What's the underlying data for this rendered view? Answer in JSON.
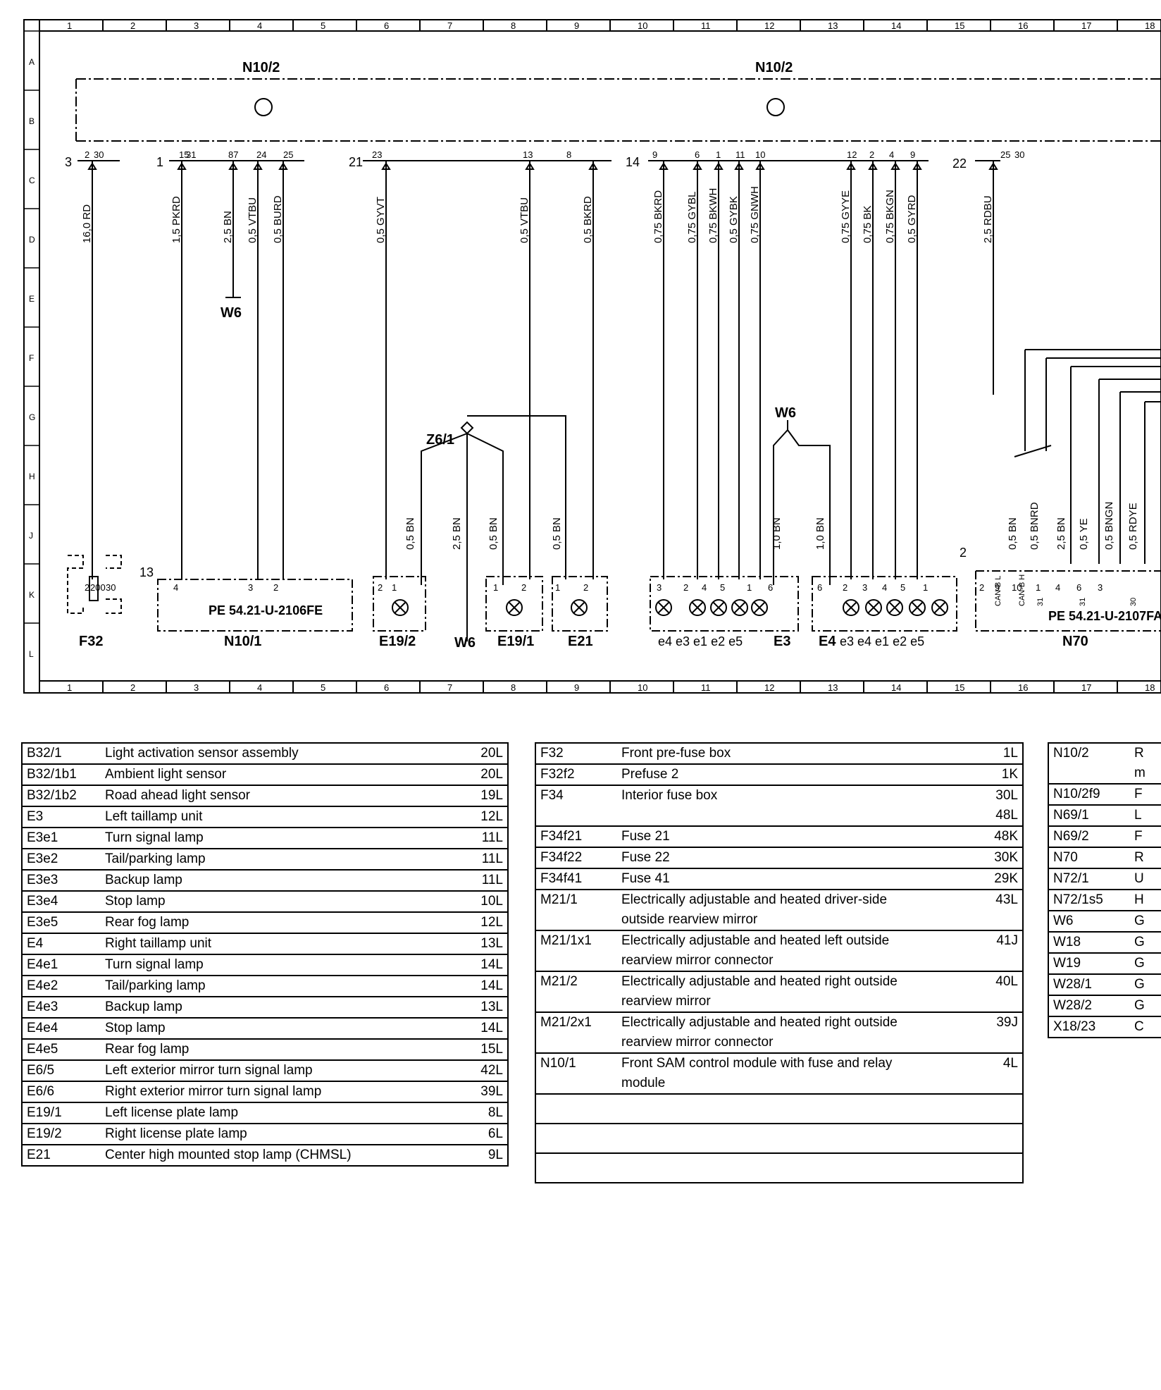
{
  "frame": {
    "col_numbers": [
      "1",
      "2",
      "3",
      "4",
      "5",
      "6",
      "7",
      "8",
      "9",
      "10",
      "11",
      "12",
      "13",
      "14",
      "15",
      "16",
      "17",
      "18"
    ],
    "row_letters": [
      "A",
      "B",
      "C",
      "D",
      "E",
      "F",
      "G",
      "H",
      "J",
      "K",
      "L"
    ]
  },
  "modules": {
    "n10_2_left": "N10/2",
    "n10_2_right": "N10/2",
    "n10_1": "N10/1",
    "n10_1_ref": "PE 54.21-U-2106FE",
    "n70": "N70",
    "n70_ref": "PE 54.21-U-2107FA",
    "f32": "F32",
    "z6_1": "Z6/1",
    "w6_a": "W6",
    "w6_b": "W6",
    "w6_c": "W6",
    "e19_2": "E19/2",
    "e19_1": "E19/1",
    "e21": "E21",
    "e3": "E3",
    "e4": "E4",
    "e3_sub": "e4  e3  e1  e2  e5",
    "e4_sub": "e3  e4  e1  e2  e5"
  },
  "connectors": {
    "c3": "3",
    "c1": "1",
    "c21": "21",
    "c14": "14",
    "c22": "22",
    "c13": "13",
    "c2": "2"
  },
  "wires": [
    "16,0 RD",
    "1,5 PKRD",
    "2,5 BN",
    "0,5 VTBU",
    "0,5 BURD",
    "0,5 GYVT",
    "0,5 VTBU",
    "0,5 BKRD",
    "0,75 BKRD",
    "0,75 GYBL",
    "0,75 BKWH",
    "0,5 GYBK",
    "0,75 GNWH",
    "0,75 GYYE",
    "0,75 BK",
    "0,75 BKGN",
    "0,5 GYRD",
    "2,5 RDBU"
  ],
  "lower_wires": [
    "0,5 BN",
    "2,5 BN",
    "0,5 BN",
    "0,5 BN",
    "1,0 BN",
    "1,0 BN",
    "0,5 BN",
    "0,5 BNRD",
    "2,5 BN",
    "0,5 YE",
    "0,5 BNGN",
    "0,5 RDYE"
  ],
  "pins_top": [
    "2",
    "30",
    "15",
    "31",
    "87",
    "24",
    "25",
    "23",
    "13",
    "8",
    "9",
    "6",
    "1",
    "11",
    "10",
    "12",
    "2",
    "4",
    "9",
    "25",
    "30"
  ],
  "pins_bottom": [
    "2",
    "30",
    "200",
    "4",
    "3",
    "2",
    "2",
    "1",
    "1",
    "2",
    "1",
    "2",
    "3",
    "2",
    "4",
    "5",
    "1",
    "6",
    "6",
    "2",
    "3",
    "4",
    "5",
    "1",
    "2",
    "9",
    "10",
    "1",
    "4",
    "6",
    "3"
  ],
  "can_labels": [
    "CAN-B L",
    "CAN-B H",
    "31",
    "31",
    "30"
  ],
  "tables": {
    "left": [
      {
        "code": "B32/1",
        "desc": "Light activation sensor assembly",
        "loc": "20L"
      },
      {
        "code": "B32/1b1",
        "desc": "Ambient light sensor",
        "loc": "20L"
      },
      {
        "code": "B32/1b2",
        "desc": "Road ahead light sensor",
        "loc": "19L"
      },
      {
        "code": "E3",
        "desc": "Left taillamp unit",
        "loc": "12L"
      },
      {
        "code": "E3e1",
        "desc": "Turn signal lamp",
        "loc": "11L"
      },
      {
        "code": "E3e2",
        "desc": "Tail/parking lamp",
        "loc": "11L"
      },
      {
        "code": "E3e3",
        "desc": "Backup lamp",
        "loc": "11L"
      },
      {
        "code": "E3e4",
        "desc": "Stop lamp",
        "loc": "10L"
      },
      {
        "code": "E3e5",
        "desc": "Rear fog lamp",
        "loc": "12L"
      },
      {
        "code": "E4",
        "desc": "Right taillamp unit",
        "loc": "13L"
      },
      {
        "code": "E4e1",
        "desc": "Turn signal lamp",
        "loc": "14L"
      },
      {
        "code": "E4e2",
        "desc": "Tail/parking lamp",
        "loc": "14L"
      },
      {
        "code": "E4e3",
        "desc": "Backup lamp",
        "loc": "13L"
      },
      {
        "code": "E4e4",
        "desc": "Stop lamp",
        "loc": "14L"
      },
      {
        "code": "E4e5",
        "desc": "Rear fog lamp",
        "loc": "15L"
      },
      {
        "code": "E6/5",
        "desc": "Left exterior mirror turn signal lamp",
        "loc": "42L"
      },
      {
        "code": "E6/6",
        "desc": "Right exterior mirror turn signal lamp",
        "loc": "39L"
      },
      {
        "code": "E19/1",
        "desc": "Left license plate lamp",
        "loc": "8L"
      },
      {
        "code": "E19/2",
        "desc": "Right license plate lamp",
        "loc": "6L"
      },
      {
        "code": "E21",
        "desc": "Center high mounted stop lamp (CHMSL)",
        "loc": "9L"
      }
    ],
    "middle": [
      {
        "code": "F32",
        "desc": "Front pre-fuse box",
        "loc": "1L"
      },
      {
        "code": "F32f2",
        "desc": "Prefuse 2",
        "loc": "1K"
      },
      {
        "code": "F34",
        "desc": "Interior fuse box",
        "loc": "30L\n48L"
      },
      {
        "code": "F34f21",
        "desc": "Fuse 21",
        "loc": "48K"
      },
      {
        "code": "F34f22",
        "desc": "Fuse 22",
        "loc": "30K"
      },
      {
        "code": "F34f41",
        "desc": "Fuse 41",
        "loc": "29K"
      },
      {
        "code": "M21/1",
        "desc": "Electrically adjustable and heated driver-side\noutside rearview mirror",
        "loc": "43L"
      },
      {
        "code": "M21/1x1",
        "desc": "Electrically adjustable and heated left outside\nrearview mirror connector",
        "loc": "41J"
      },
      {
        "code": "M21/2",
        "desc": "Electrically adjustable and heated right outside\nrearview mirror",
        "loc": "40L"
      },
      {
        "code": "M21/2x1",
        "desc": "Electrically adjustable and heated right outside\nrearview mirror connector",
        "loc": "39J"
      },
      {
        "code": "N10/1",
        "desc": "Front SAM control module with fuse and relay\nmodule",
        "loc": "4L"
      },
      {
        "code": "",
        "desc": "",
        "loc": ""
      },
      {
        "code": "",
        "desc": "",
        "loc": ""
      },
      {
        "code": "",
        "desc": "",
        "loc": ""
      }
    ],
    "right": [
      {
        "code": "N10/2",
        "desc": "R\nm"
      },
      {
        "code": "N10/2f9",
        "desc": "F"
      },
      {
        "code": "N69/1",
        "desc": "L"
      },
      {
        "code": "N69/2",
        "desc": "F"
      },
      {
        "code": "N70",
        "desc": "R"
      },
      {
        "code": "N72/1",
        "desc": "U"
      },
      {
        "code": "N72/1s5",
        "desc": "H"
      },
      {
        "code": "W6",
        "desc": "G"
      },
      {
        "code": "W18",
        "desc": "G"
      },
      {
        "code": "W19",
        "desc": "G"
      },
      {
        "code": "W28/1",
        "desc": "G"
      },
      {
        "code": "W28/2",
        "desc": "G"
      },
      {
        "code": "X18/23",
        "desc": "C"
      }
    ]
  }
}
